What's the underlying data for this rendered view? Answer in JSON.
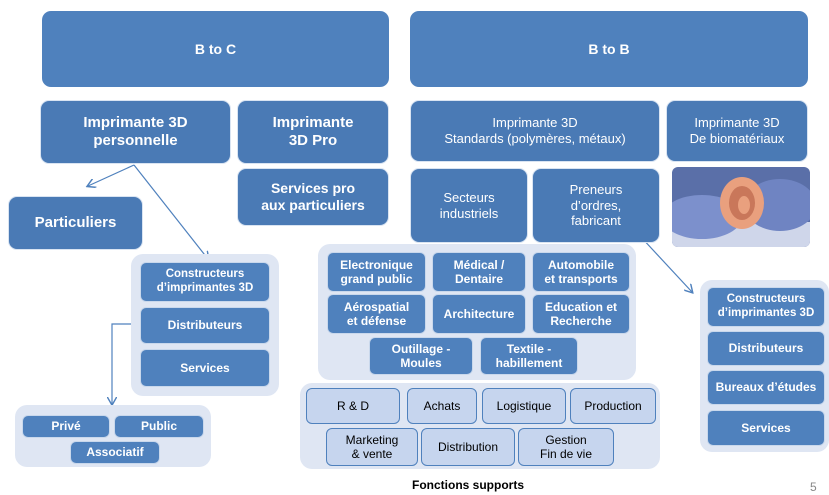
{
  "headers": {
    "btoc": "B to C",
    "btob": "B to B"
  },
  "btoc": {
    "personal": [
      "Imprimante 3D",
      "personnelle"
    ],
    "pro": [
      "Imprimante",
      "3D Pro"
    ],
    "services_pro": [
      "Services pro",
      "aux particuliers"
    ],
    "particuliers": "Particuliers",
    "list": [
      "Constructeurs d’imprimantes 3D",
      "Distributeurs",
      "Services"
    ],
    "segments": [
      "Privé",
      "Public",
      "Associatif"
    ]
  },
  "btob": {
    "standards": [
      "Imprimante 3D",
      "Standards (polymères, métaux)"
    ],
    "biomat": [
      "Imprimante 3D",
      "De biomatériaux"
    ],
    "secteurs": [
      "Secteurs",
      "industriels"
    ],
    "preneurs": [
      "Preneurs",
      "d’ordres,",
      "fabricant"
    ],
    "sectors": [
      [
        "Electronique",
        "grand public"
      ],
      [
        "Médical /",
        "Dentaire"
      ],
      [
        "Automobile",
        "et transports"
      ],
      [
        "Aérospatial",
        "et défense"
      ],
      [
        "Architecture"
      ],
      [
        "Education et",
        "Recherche"
      ],
      [
        "Outillage -",
        "Moules"
      ],
      [
        "Textile -",
        "habillement"
      ]
    ],
    "functions": [
      [
        "R & D"
      ],
      [
        "Achats"
      ],
      [
        "Logistique"
      ],
      [
        "Production"
      ],
      [
        "Marketing",
        "& vente"
      ],
      [
        "Distribution"
      ],
      [
        "Gestion",
        "Fin de vie"
      ]
    ],
    "functions_caption": "Fonctions supports",
    "right_list": [
      [
        "Constructeurs",
        "d’imprimantes 3D"
      ],
      [
        "Distributeurs"
      ],
      [
        "Bureaux d’études"
      ],
      [
        "Services"
      ]
    ]
  },
  "page_number": "5",
  "colors": {
    "primary": "#4f81bd",
    "light": "#c6d5ee",
    "panel": "#dfe6f3"
  }
}
